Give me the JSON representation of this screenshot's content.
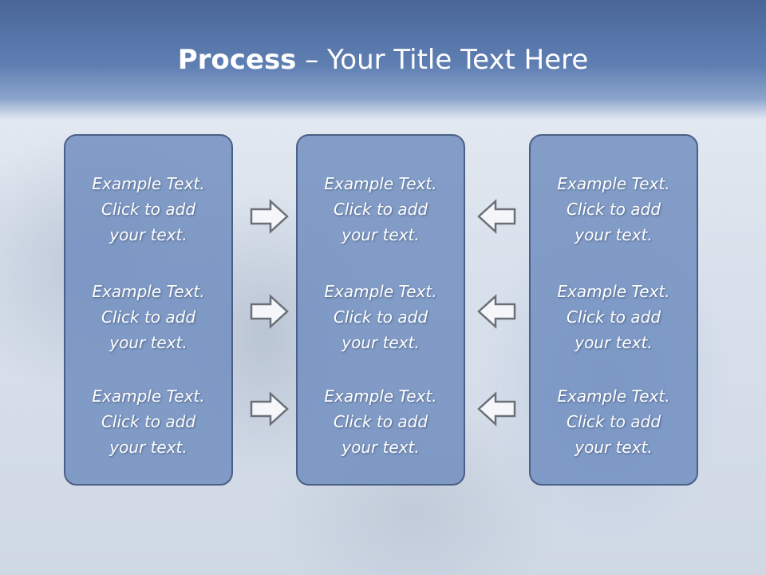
{
  "slide": {
    "title_bold": "Process",
    "title_rest": " – Your Title Text Here"
  },
  "columns": [
    {
      "items": [
        "Example Text.\nClick  to add\nyour text.",
        "Example Text.\nClick  to add\nyour text.",
        "Example Text.\nClick  to add\nyour text."
      ]
    },
    {
      "items": [
        "Example Text.\nClick  to add\nyour text.",
        "Example Text.\nClick  to add\nyour text.",
        "Example Text.\nClick  to add\nyour text."
      ]
    },
    {
      "items": [
        "Example Text.\nClick  to add\nyour text.",
        "Example Text.\nClick  to add\nyour text.",
        "Example Text.\nClick  to add\nyour text."
      ]
    }
  ],
  "arrows": {
    "left_group": "right-arrow-icon",
    "right_group": "left-arrow-icon"
  },
  "colors": {
    "header": "#5f7fb3",
    "box_fill": "#6e8cbe",
    "box_border": "#4c5f86",
    "text": "#ffffff"
  }
}
